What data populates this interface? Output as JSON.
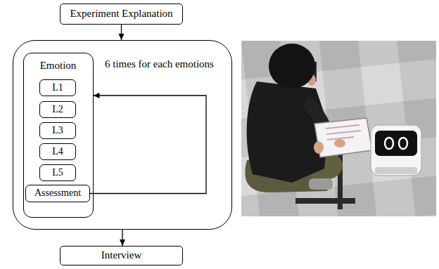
{
  "diagram": {
    "nodes": [
      {
        "text": [
          "Experiment Explanation"
        ]
      },
      {
        "text": [
          "6 times for each emotions"
        ]
      },
      {
        "text": [
          "Emotion"
        ],
        "in": 1
      },
      {
        "text": [
          "L1"
        ],
        "in": 2
      },
      {
        "text": [
          "L2"
        ],
        "in": 2
      },
      {
        "text": [
          "L3"
        ],
        "in": 2
      },
      {
        "text": [
          "L4"
        ],
        "in": 2
      },
      {
        "text": [
          "L5"
        ],
        "in": 2
      },
      {
        "text": [
          "Assessment"
        ],
        "in": 2
      },
      {
        "text": [
          "Interview"
        ]
      }
    ],
    "edges": [
      {
        "from": 0,
        "to": 1,
        "arrow": "to"
      },
      {
        "from": 8,
        "to": 2,
        "arrow": "to"
      },
      {
        "from": 1,
        "to": 9,
        "arrow": "to"
      }
    ]
  }
}
